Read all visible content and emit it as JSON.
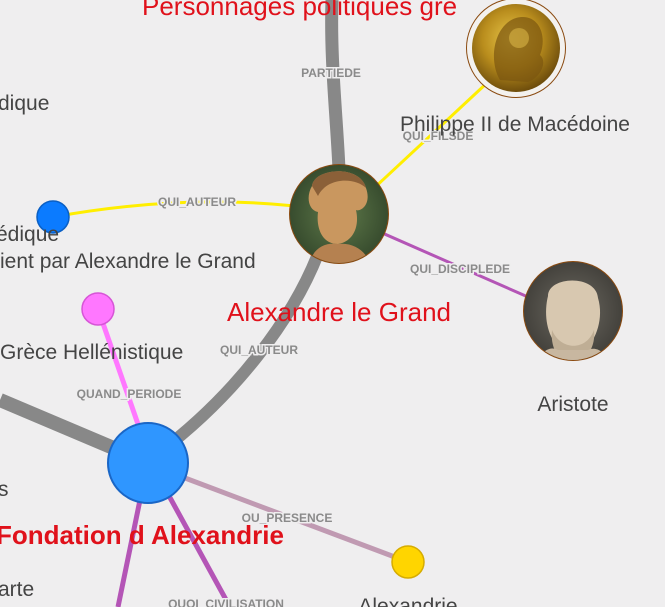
{
  "colors": {
    "background": "#efeeef",
    "edge_grey": "#888888",
    "edge_yellow": "#ffee00",
    "edge_purple": "#b455b6",
    "edge_pink": "#ff77ff",
    "edge_mauve": "#c09ab2",
    "node_blue": "#2f96ff",
    "node_dark_blue": "#0b7bff",
    "node_pink": "#ff77ff",
    "node_gold": "#ffd500",
    "label_red": "#e0111b",
    "label_grey": "#444444"
  },
  "nodes": {
    "personnages_politiques": {
      "label": "Personnages politiques gre",
      "icon": "category-node"
    },
    "philippe_ii": {
      "label": "Philippe II de Macédoine",
      "icon": "gold-coin-portrait"
    },
    "alexandre": {
      "label": "Alexandre le Grand",
      "icon": "bust-portrait-alexander"
    },
    "aristote": {
      "label": "Aristote",
      "icon": "bust-portrait-aristotle"
    },
    "fondation": {
      "label": "Fondation d Alexandrie",
      "icon": "event-node"
    },
    "grece": {
      "label": "Grèce Hellénistique",
      "icon": "period-node"
    },
    "left_dique": {
      "label": "dique",
      "icon": "offscreen-node"
    },
    "left_edique": {
      "label": "édique",
      "icon": "source-node"
    },
    "left_ient": {
      "label": "ient par Alexandre le Grand",
      "icon": "offscreen-node"
    },
    "left_s": {
      "label": "s",
      "icon": "offscreen-node"
    },
    "left_arte": {
      "label": "arte",
      "icon": "offscreen-node"
    },
    "alexandrie_city": {
      "label": "Alexandrie",
      "icon": "place-node"
    }
  },
  "edges": {
    "partiede": "PARTIEDE",
    "qui_filsde": "QUI_FILSDE",
    "qui_auteur_top": "QUI_AUTEUR",
    "qui_disciplede": "QUI_DISCIPLEDE",
    "qui_auteur_mid": "QUI_AUTEUR",
    "quand_periode": "QUAND_PERIODE",
    "ou_presence": "OU_PRESENCE",
    "quoi_civilisation": "QUOI_CIVILISATION"
  }
}
